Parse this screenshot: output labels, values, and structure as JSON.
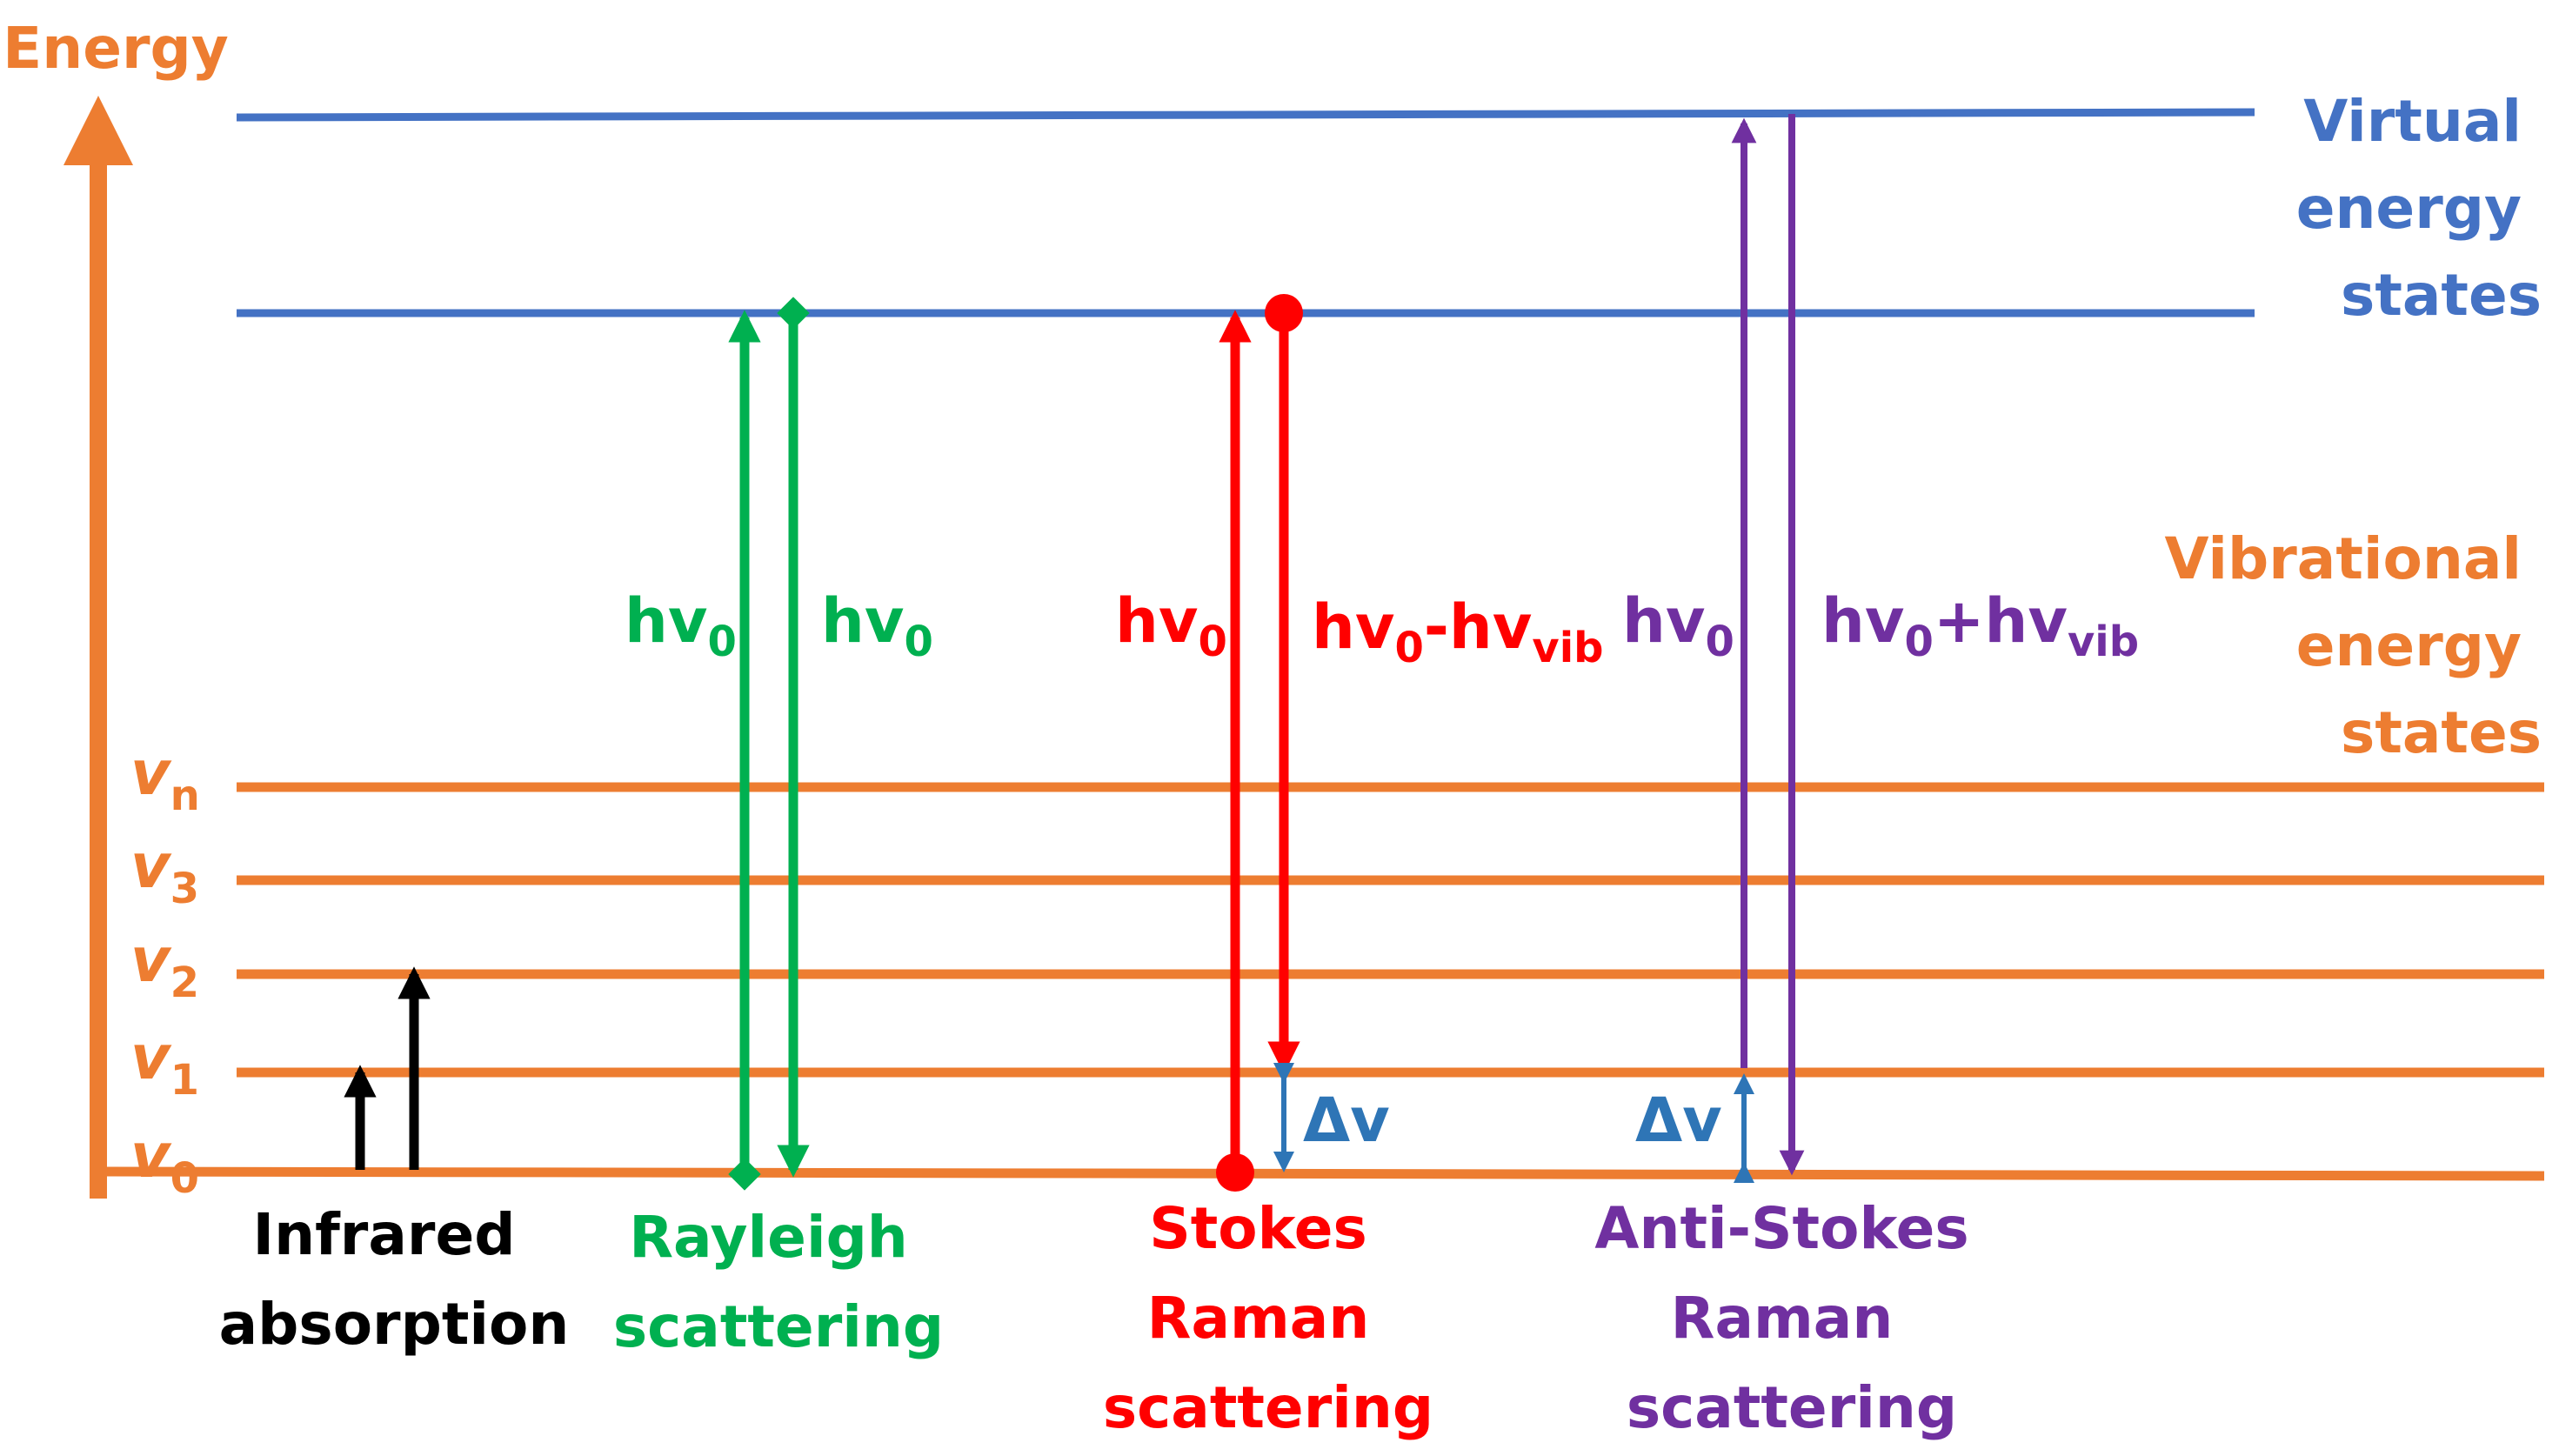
{
  "colors": {
    "orange": "#ED7D31",
    "blue": "#4472C4",
    "green": "#00B050",
    "red": "#FF0000",
    "purple": "#7030A0",
    "black": "#000000",
    "delta_blue": "#2E75B6"
  },
  "axis": {
    "label": "Energy"
  },
  "virtual_states": {
    "label_lines": [
      "Virtual",
      "energy",
      "states"
    ]
  },
  "vibrational_states": {
    "label_lines": [
      "Vibrational",
      "energy",
      "states"
    ]
  },
  "levels": [
    {
      "sym": "v",
      "sub": "0"
    },
    {
      "sym": "v",
      "sub": "1"
    },
    {
      "sym": "v",
      "sub": "2"
    },
    {
      "sym": "v",
      "sub": "3"
    },
    {
      "sym": "v",
      "sub": "n"
    }
  ],
  "processes": {
    "infrared": {
      "name_lines": [
        "Infrared",
        "absorption"
      ]
    },
    "rayleigh": {
      "name_lines": [
        "Rayleigh",
        "scattering"
      ],
      "up": {
        "main": "hv",
        "sub": "0"
      },
      "down": {
        "main": "hv",
        "sub": "0"
      }
    },
    "stokes": {
      "name_lines": [
        "Stokes",
        "Raman",
        "scattering"
      ],
      "up": {
        "main": "hv",
        "sub": "0"
      },
      "down": {
        "main1": "hv",
        "sub1": "0",
        "op": "-hv",
        "sub2": "vib"
      },
      "delta": "Δv"
    },
    "anti_stokes": {
      "name_lines": [
        "Anti-Stokes",
        "Raman",
        "scattering"
      ],
      "up": {
        "main": "hv",
        "sub": "0"
      },
      "down": {
        "main1": "hv",
        "sub1": "0",
        "op": "+hv",
        "sub2": "vib"
      },
      "delta": "Δv"
    }
  }
}
